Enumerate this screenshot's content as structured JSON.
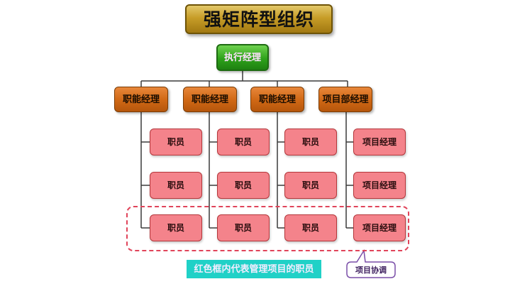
{
  "title": "强矩阵型组织",
  "top": {
    "label": "执行经理"
  },
  "columns": [
    {
      "manager": "职能经理",
      "members": [
        "职员",
        "职员",
        "职员"
      ]
    },
    {
      "manager": "职能经理",
      "members": [
        "职员",
        "职员",
        "职员"
      ]
    },
    {
      "manager": "职能经理",
      "members": [
        "职员",
        "职员",
        "职员"
      ]
    },
    {
      "manager": "项目部经理",
      "members": [
        "项目经理",
        "项目经理",
        "项目经理"
      ]
    }
  ],
  "legend": "红色框内代表管理项目的职员",
  "callout": "项目协调",
  "colors": {
    "title_fill": "#c79d28",
    "executive_fill": "#2ea21b",
    "manager_fill": "#cf6714",
    "staff_fill": "#f4838b",
    "frame_stroke": "#e0445a",
    "legend_fill": "#20d1c7",
    "callout_stroke": "#7a4ea8"
  }
}
